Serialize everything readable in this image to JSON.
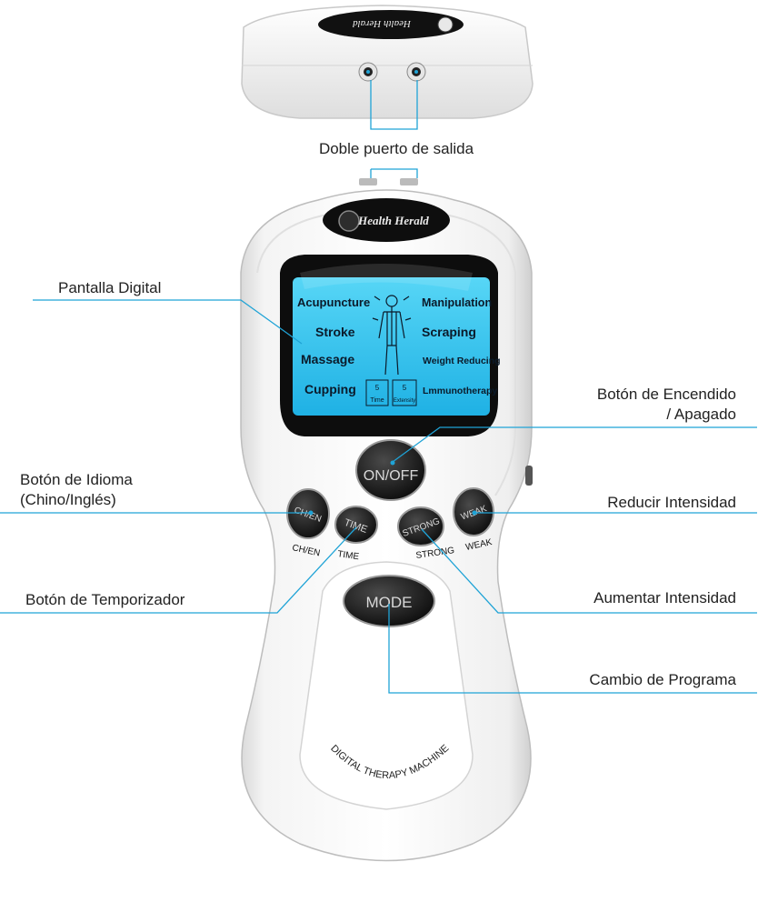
{
  "device": {
    "brand": "Health Herald",
    "footer_text": "DIGITAL THERAPY MACHINE",
    "top_brand": "Health Herald"
  },
  "lcd": {
    "programs_left": [
      "Acupuncture",
      "Stroke",
      "Massage",
      "Cupping"
    ],
    "programs_right": [
      "Manipulation",
      "Scraping",
      "Weight Reducing",
      "Lmmunotherapy"
    ],
    "box_time_value": "5",
    "box_time_label": "Time",
    "box_intensity_value": "5",
    "box_intensity_label": "Extensity"
  },
  "buttons": {
    "onoff": "ON/OFF",
    "chen": "CH/EN",
    "time": "TIME",
    "strong": "STRONG",
    "weak": "WEAK",
    "mode": "MODE",
    "chen_under": "CH/EN",
    "time_under": "TIME",
    "strong_under": "STRONG",
    "weak_under": "WEAK"
  },
  "callouts": {
    "output_ports": "Doble puerto de salida",
    "display": "Pantalla Digital",
    "power_line1": "Botón de Encendido",
    "power_line2": "/ Apagado",
    "language_line1": "Botón de Idioma",
    "language_line2": "(Chino/Inglés)",
    "decrease": "Reducir Intensidad",
    "timer": "Botón de Temporizador",
    "increase": "Aumentar Intensidad",
    "program": "Cambio de Programa"
  },
  "colors": {
    "accent_line": "#1fa3d6",
    "lcd_blue": "#35c3ec",
    "device_body": "#f7f7f7"
  }
}
